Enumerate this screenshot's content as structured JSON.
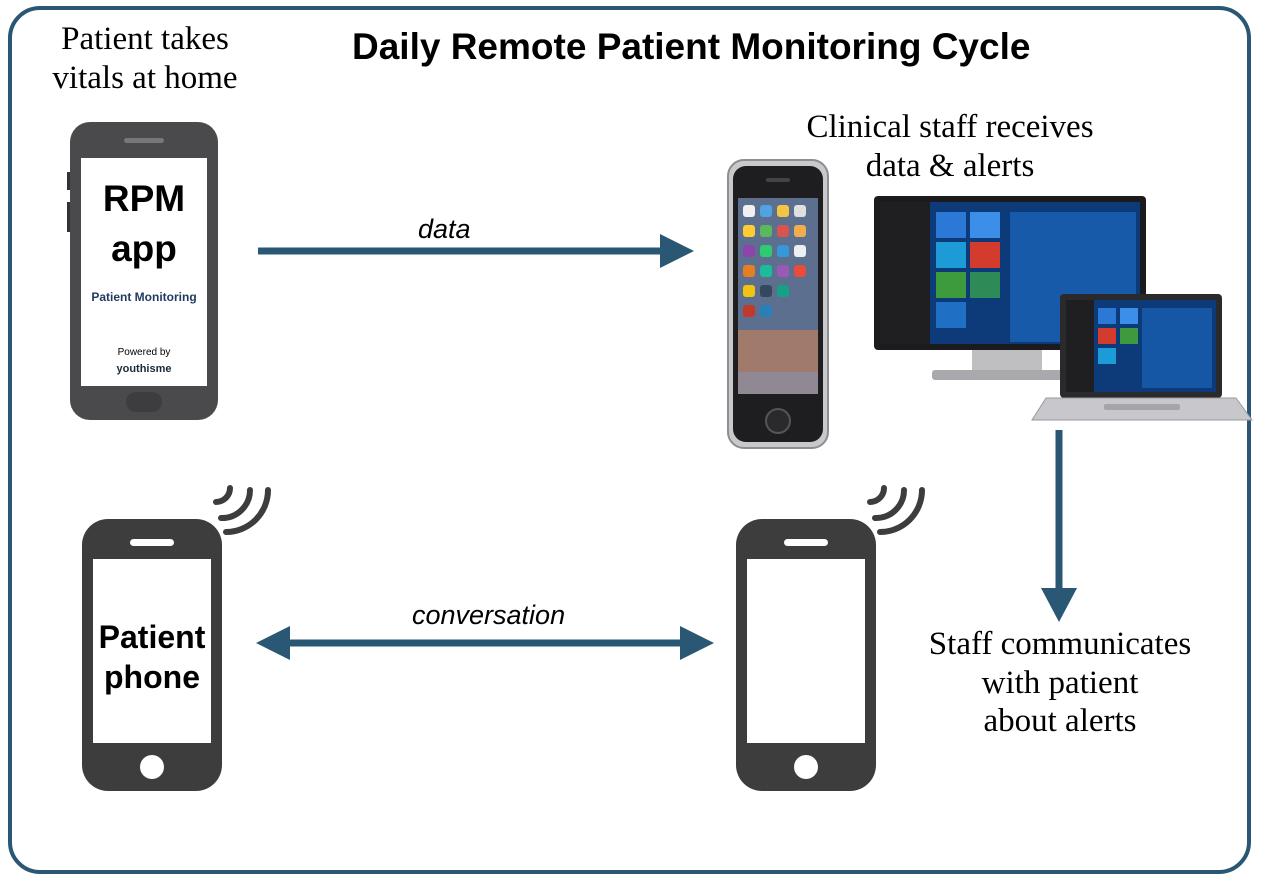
{
  "title": "Daily Remote Patient Monitoring Cycle",
  "labels": {
    "patient_takes": "Patient takes\nvitals at home",
    "staff_receives": "Clinical staff receives\ndata & alerts",
    "staff_communicates": "Staff communicates\nwith patient\nabout alerts"
  },
  "arrows": {
    "data": "data",
    "conversation": "conversation"
  },
  "rpm_app": {
    "line1": "RPM",
    "line2": "app",
    "subtitle": "Patient Monitoring",
    "powered_by": "Powered by",
    "brand": "youthisme"
  },
  "patient_phone": {
    "line1": "Patient",
    "line2": "phone"
  },
  "colors": {
    "arrow": "#2a5773",
    "frame": "#2a5773",
    "phone_body": "#3d3d3d"
  }
}
